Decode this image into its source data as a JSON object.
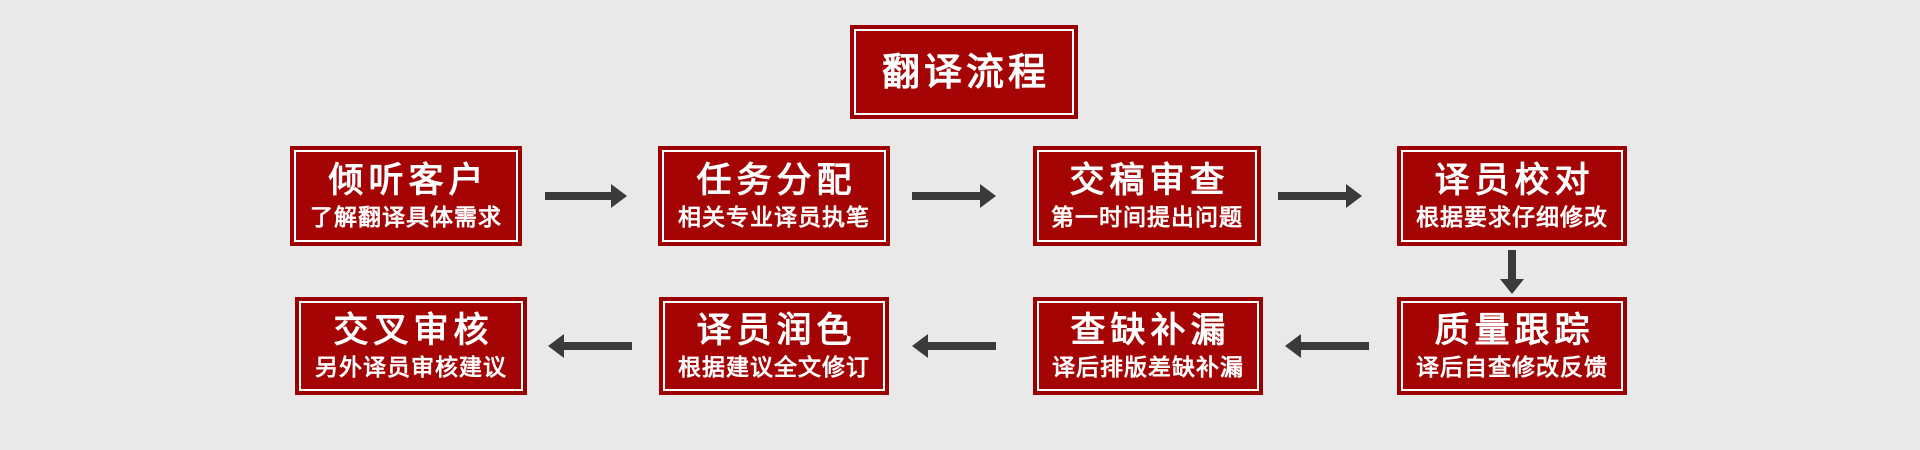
{
  "page": {
    "background_color": "#e9e9e9"
  },
  "colors": {
    "box_fill": "#a40404",
    "box_border": "#9c0101",
    "inner_border": "#ffffff",
    "arrow": "#3a3a3a",
    "text": "#ffffff"
  },
  "title": {
    "label": "翻译流程"
  },
  "steps": [
    {
      "title": "倾听客户",
      "subtitle": "了解翻译具体需求"
    },
    {
      "title": "任务分配",
      "subtitle": "相关专业译员执笔"
    },
    {
      "title": "交稿审查",
      "subtitle": "第一时间提出问题"
    },
    {
      "title": "译员校对",
      "subtitle": "根据要求仔细修改"
    },
    {
      "title": "质量跟踪",
      "subtitle": "译后自查修改反馈"
    },
    {
      "title": "查缺补漏",
      "subtitle": "译后排版差缺补漏"
    },
    {
      "title": "译员润色",
      "subtitle": "根据建议全文修订"
    },
    {
      "title": "交叉审核",
      "subtitle": "另外译员审核建议"
    }
  ],
  "arrows": [
    {
      "direction": "right",
      "from": "倾听客户",
      "to": "任务分配"
    },
    {
      "direction": "right",
      "from": "任务分配",
      "to": "交稿审查"
    },
    {
      "direction": "right",
      "from": "交稿审查",
      "to": "译员校对"
    },
    {
      "direction": "down",
      "from": "译员校对",
      "to": "质量跟踪"
    },
    {
      "direction": "left",
      "from": "质量跟踪",
      "to": "查缺补漏"
    },
    {
      "direction": "left",
      "from": "查缺补漏",
      "to": "译员润色"
    },
    {
      "direction": "left",
      "from": "译员润色",
      "to": "交叉审核"
    }
  ]
}
